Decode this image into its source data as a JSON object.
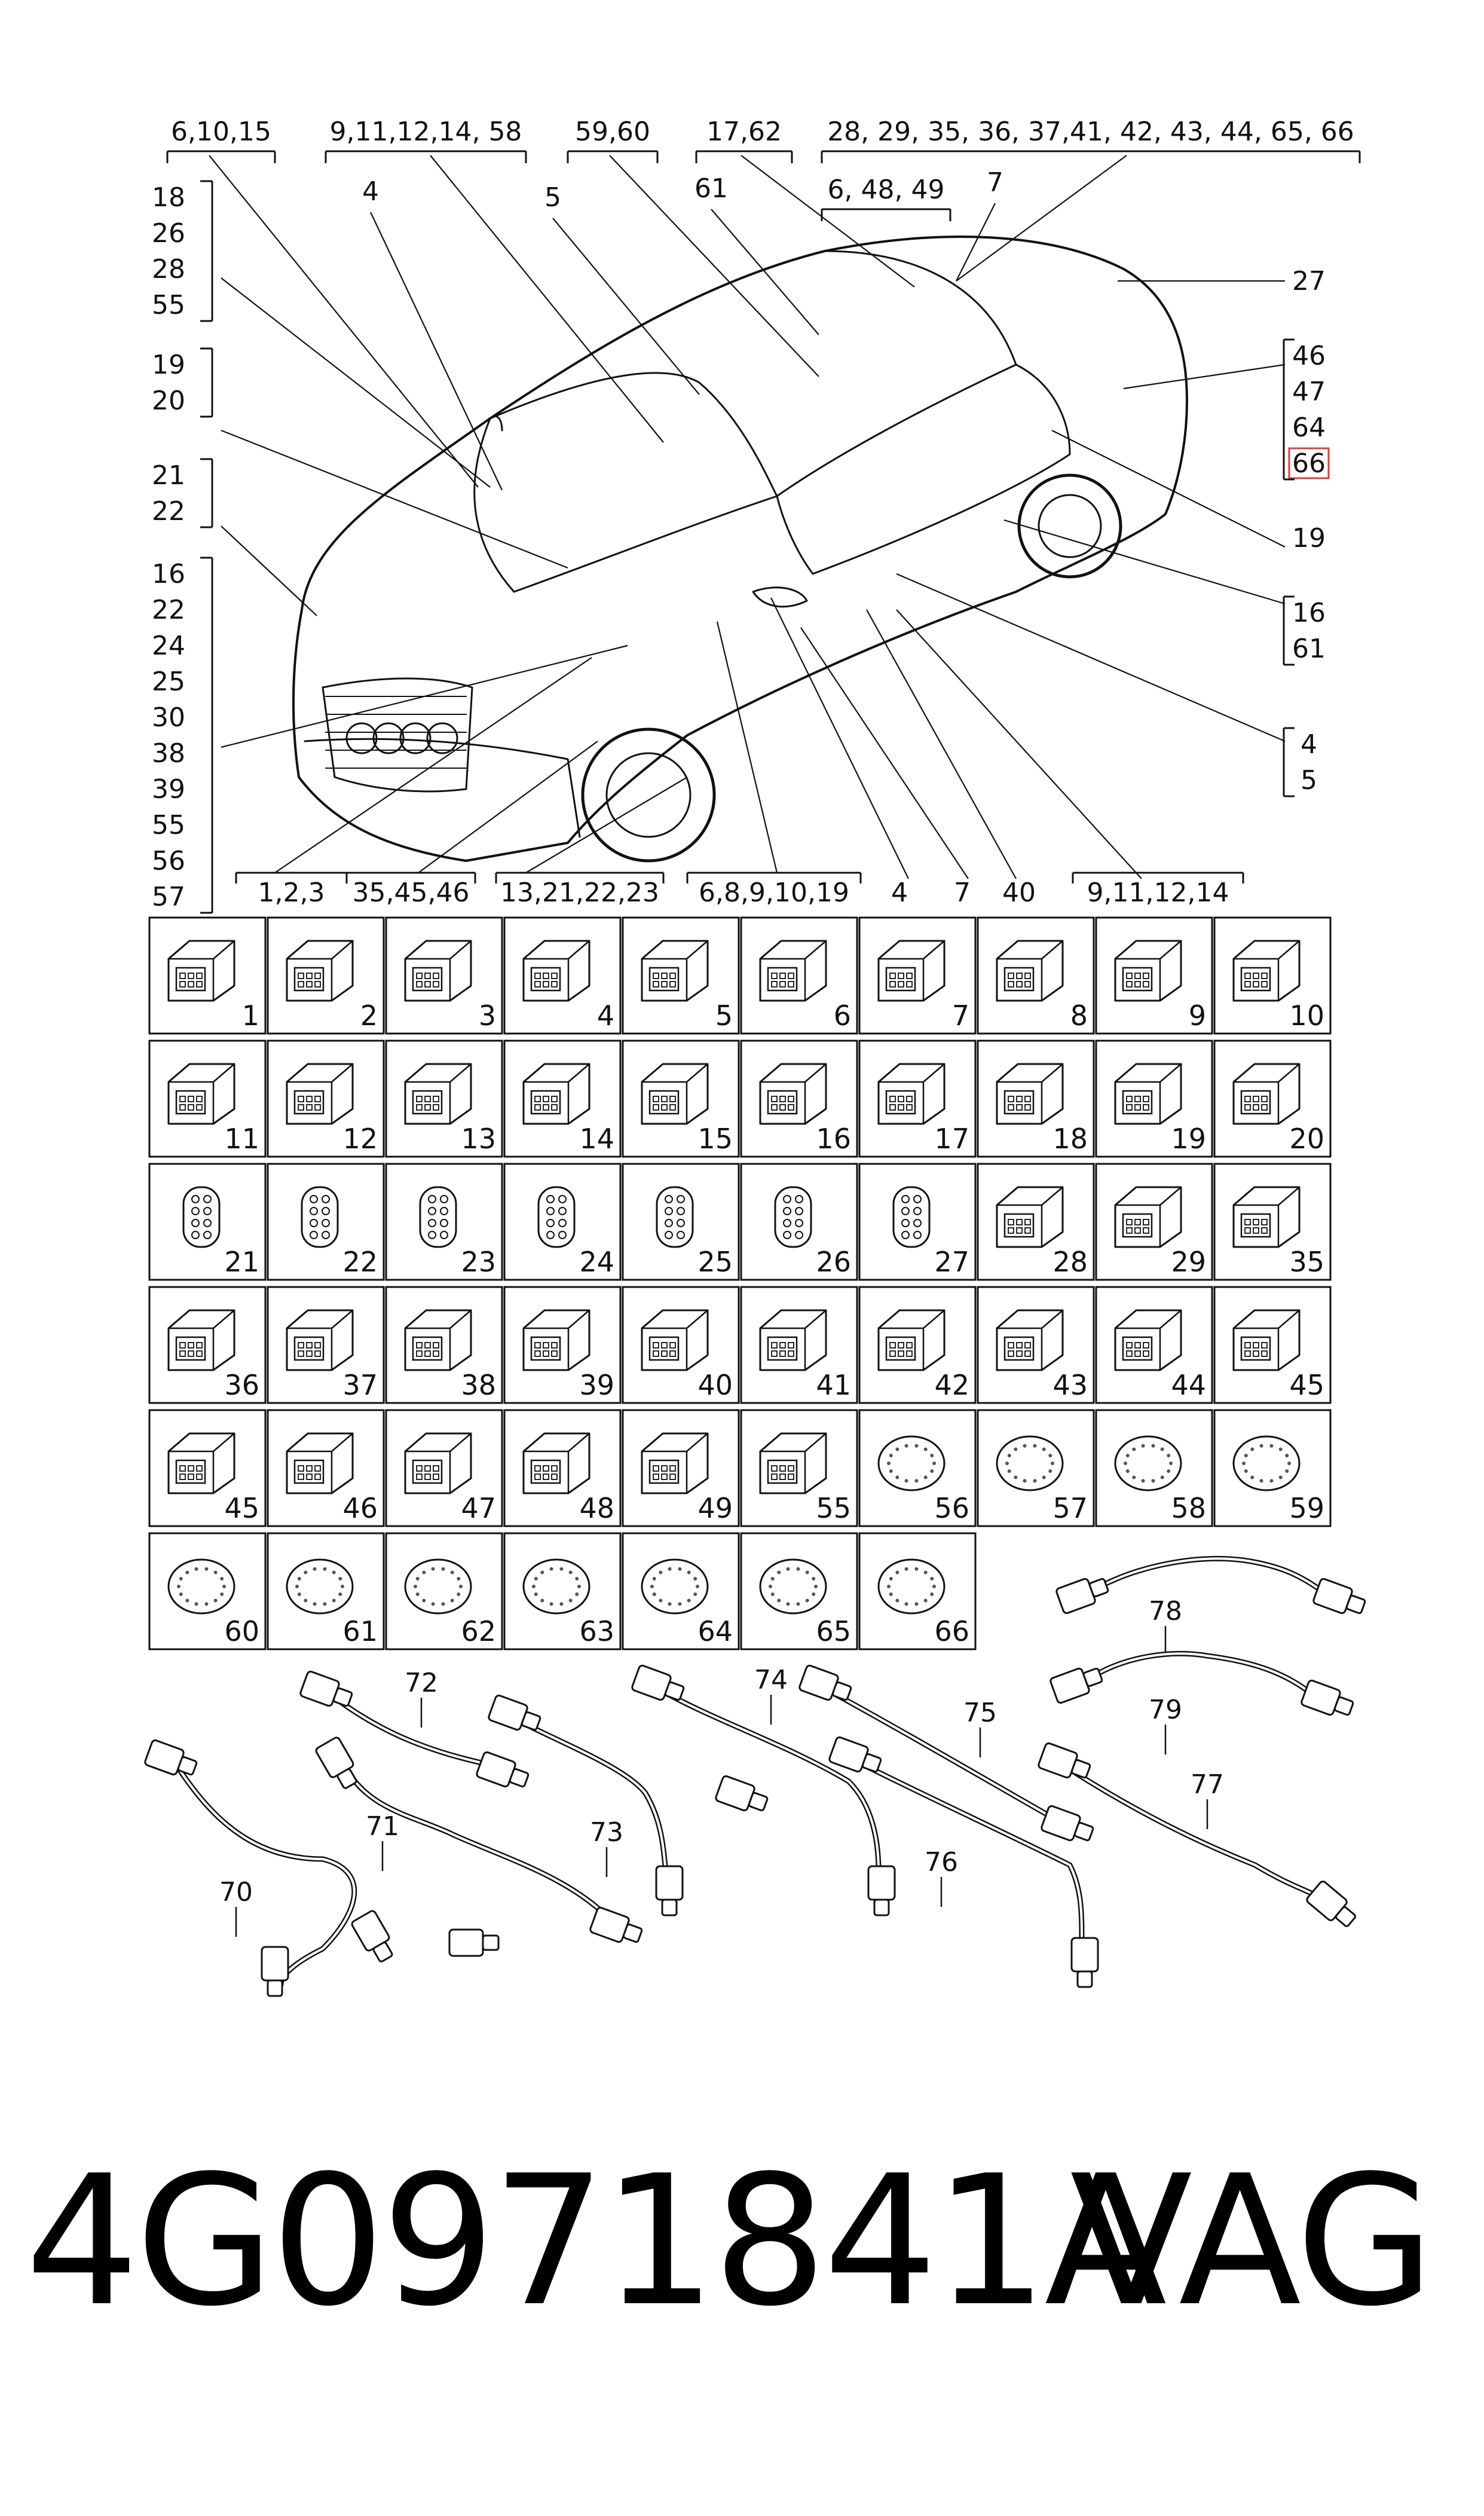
{
  "diagram": {
    "top_groups": [
      {
        "id": "g-a",
        "text": "6,10,15"
      },
      {
        "id": "g-b",
        "text": "9,11,12,14, 58"
      },
      {
        "id": "g-c",
        "text": "59,60"
      },
      {
        "id": "g-d",
        "text": "17,62"
      },
      {
        "id": "g-e",
        "text": "28, 29, 35, 36, 37,41, 42, 43, 44, 65, 66"
      },
      {
        "id": "g-f",
        "text": "6, 48, 49"
      }
    ],
    "left_groups": [
      [
        "18",
        "26",
        "28",
        "55"
      ],
      [
        "19",
        "20"
      ],
      [
        "21",
        "22"
      ],
      [
        "16",
        "22",
        "24",
        "25",
        "30",
        "38",
        "39",
        "55",
        "56",
        "57"
      ]
    ],
    "right_groups": [
      [
        "46",
        "47",
        "64",
        "66"
      ],
      [
        "16",
        "61"
      ],
      [
        "4",
        "5"
      ]
    ],
    "right_single": [
      "27",
      "19"
    ],
    "car_callouts": [
      "4",
      "5",
      "61",
      "7"
    ],
    "bottom_groups": [
      "1,2,3",
      "35,45,46",
      "13,21,22,23",
      "6,8,9,10,19",
      "4",
      "7",
      "40",
      "9,11,12,14"
    ],
    "highlighted_item": "66",
    "grid_rows": [
      [
        "1",
        "2",
        "3",
        "4",
        "5",
        "6",
        "7",
        "8",
        "9",
        "10"
      ],
      [
        "11",
        "12",
        "13",
        "14",
        "15",
        "16",
        "17",
        "18",
        "19",
        "20"
      ],
      [
        "21",
        "22",
        "23",
        "24",
        "25",
        "26",
        "27",
        "28",
        "29",
        "35"
      ],
      [
        "36",
        "37",
        "38",
        "39",
        "40",
        "41",
        "42",
        "43",
        "44",
        "45"
      ],
      [
        "45",
        "46",
        "47",
        "48",
        "49",
        "55",
        "56",
        "57",
        "58",
        "59"
      ],
      [
        "60",
        "61",
        "62",
        "63",
        "64",
        "65",
        "66"
      ]
    ],
    "cables": [
      "70",
      "71",
      "72",
      "73",
      "74",
      "75",
      "76",
      "77",
      "78",
      "79"
    ]
  },
  "footer": {
    "part_number": "4G0971841A",
    "brand": "VAG"
  },
  "colors": {
    "ink": "#111111",
    "highlight": "#e23b3b",
    "dot": "#555555"
  }
}
